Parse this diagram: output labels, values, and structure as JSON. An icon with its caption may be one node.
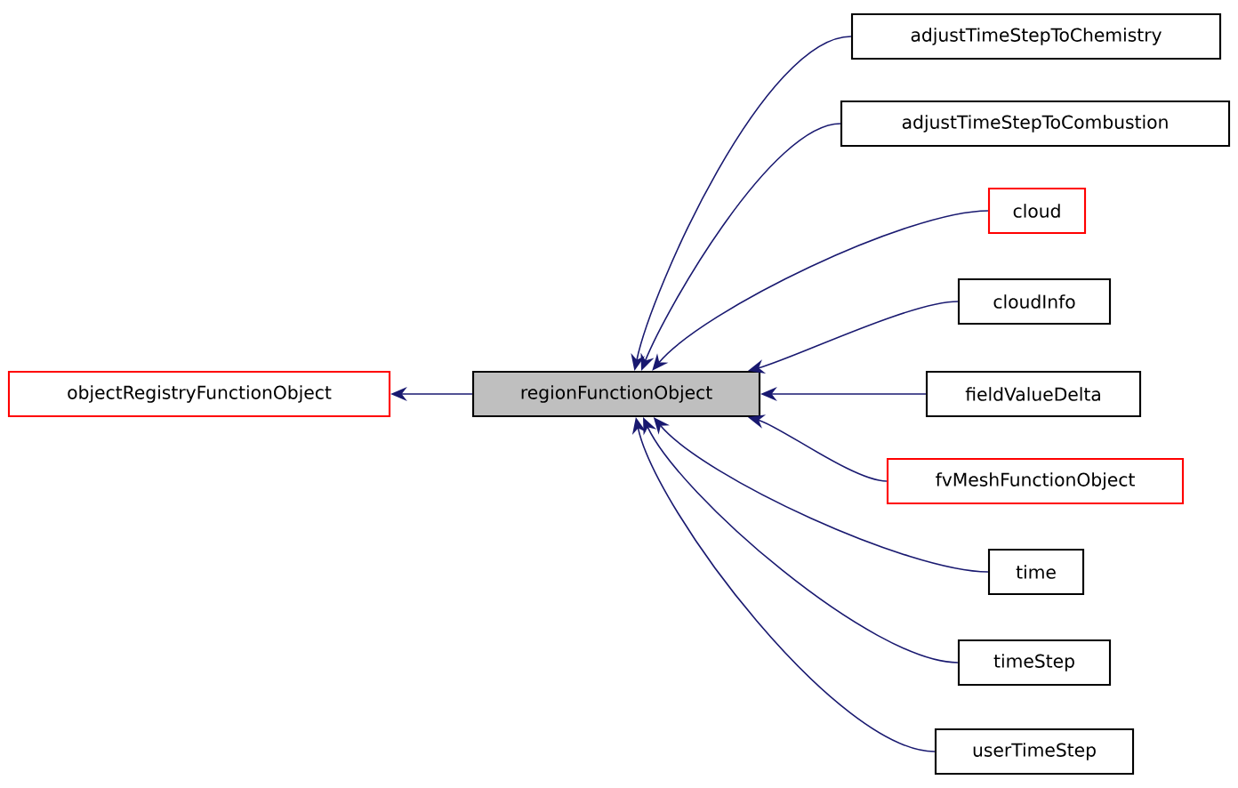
{
  "diagram": {
    "nodes": [
      {
        "text": [
          "objectRegistryFunctionObject"
        ]
      },
      {
        "text": [
          "regionFunctionObject"
        ]
      },
      {
        "text": [
          "adjustTimeStepToChemistry"
        ]
      },
      {
        "text": [
          "adjustTimeStepToCombustion"
        ]
      },
      {
        "text": [
          "cloud"
        ]
      },
      {
        "text": [
          "cloudInfo"
        ]
      },
      {
        "text": [
          "fieldValueDelta"
        ]
      },
      {
        "text": [
          "fvMeshFunctionObject"
        ]
      },
      {
        "text": [
          "time"
        ]
      },
      {
        "text": [
          "timeStep"
        ]
      },
      {
        "text": [
          "userTimeStep"
        ]
      }
    ],
    "edges": [
      {
        "from": 1,
        "to": 0,
        "arrow": "to"
      },
      {
        "from": 2,
        "to": 1,
        "arrow": "to"
      },
      {
        "from": 3,
        "to": 1,
        "arrow": "to"
      },
      {
        "from": 4,
        "to": 1,
        "arrow": "to"
      },
      {
        "from": 5,
        "to": 1,
        "arrow": "to"
      },
      {
        "from": 6,
        "to": 1,
        "arrow": "to"
      },
      {
        "from": 7,
        "to": 1,
        "arrow": "to"
      },
      {
        "from": 8,
        "to": 1,
        "arrow": "to"
      },
      {
        "from": 9,
        "to": 1,
        "arrow": "to"
      },
      {
        "from": 10,
        "to": 1,
        "arrow": "to"
      }
    ]
  }
}
